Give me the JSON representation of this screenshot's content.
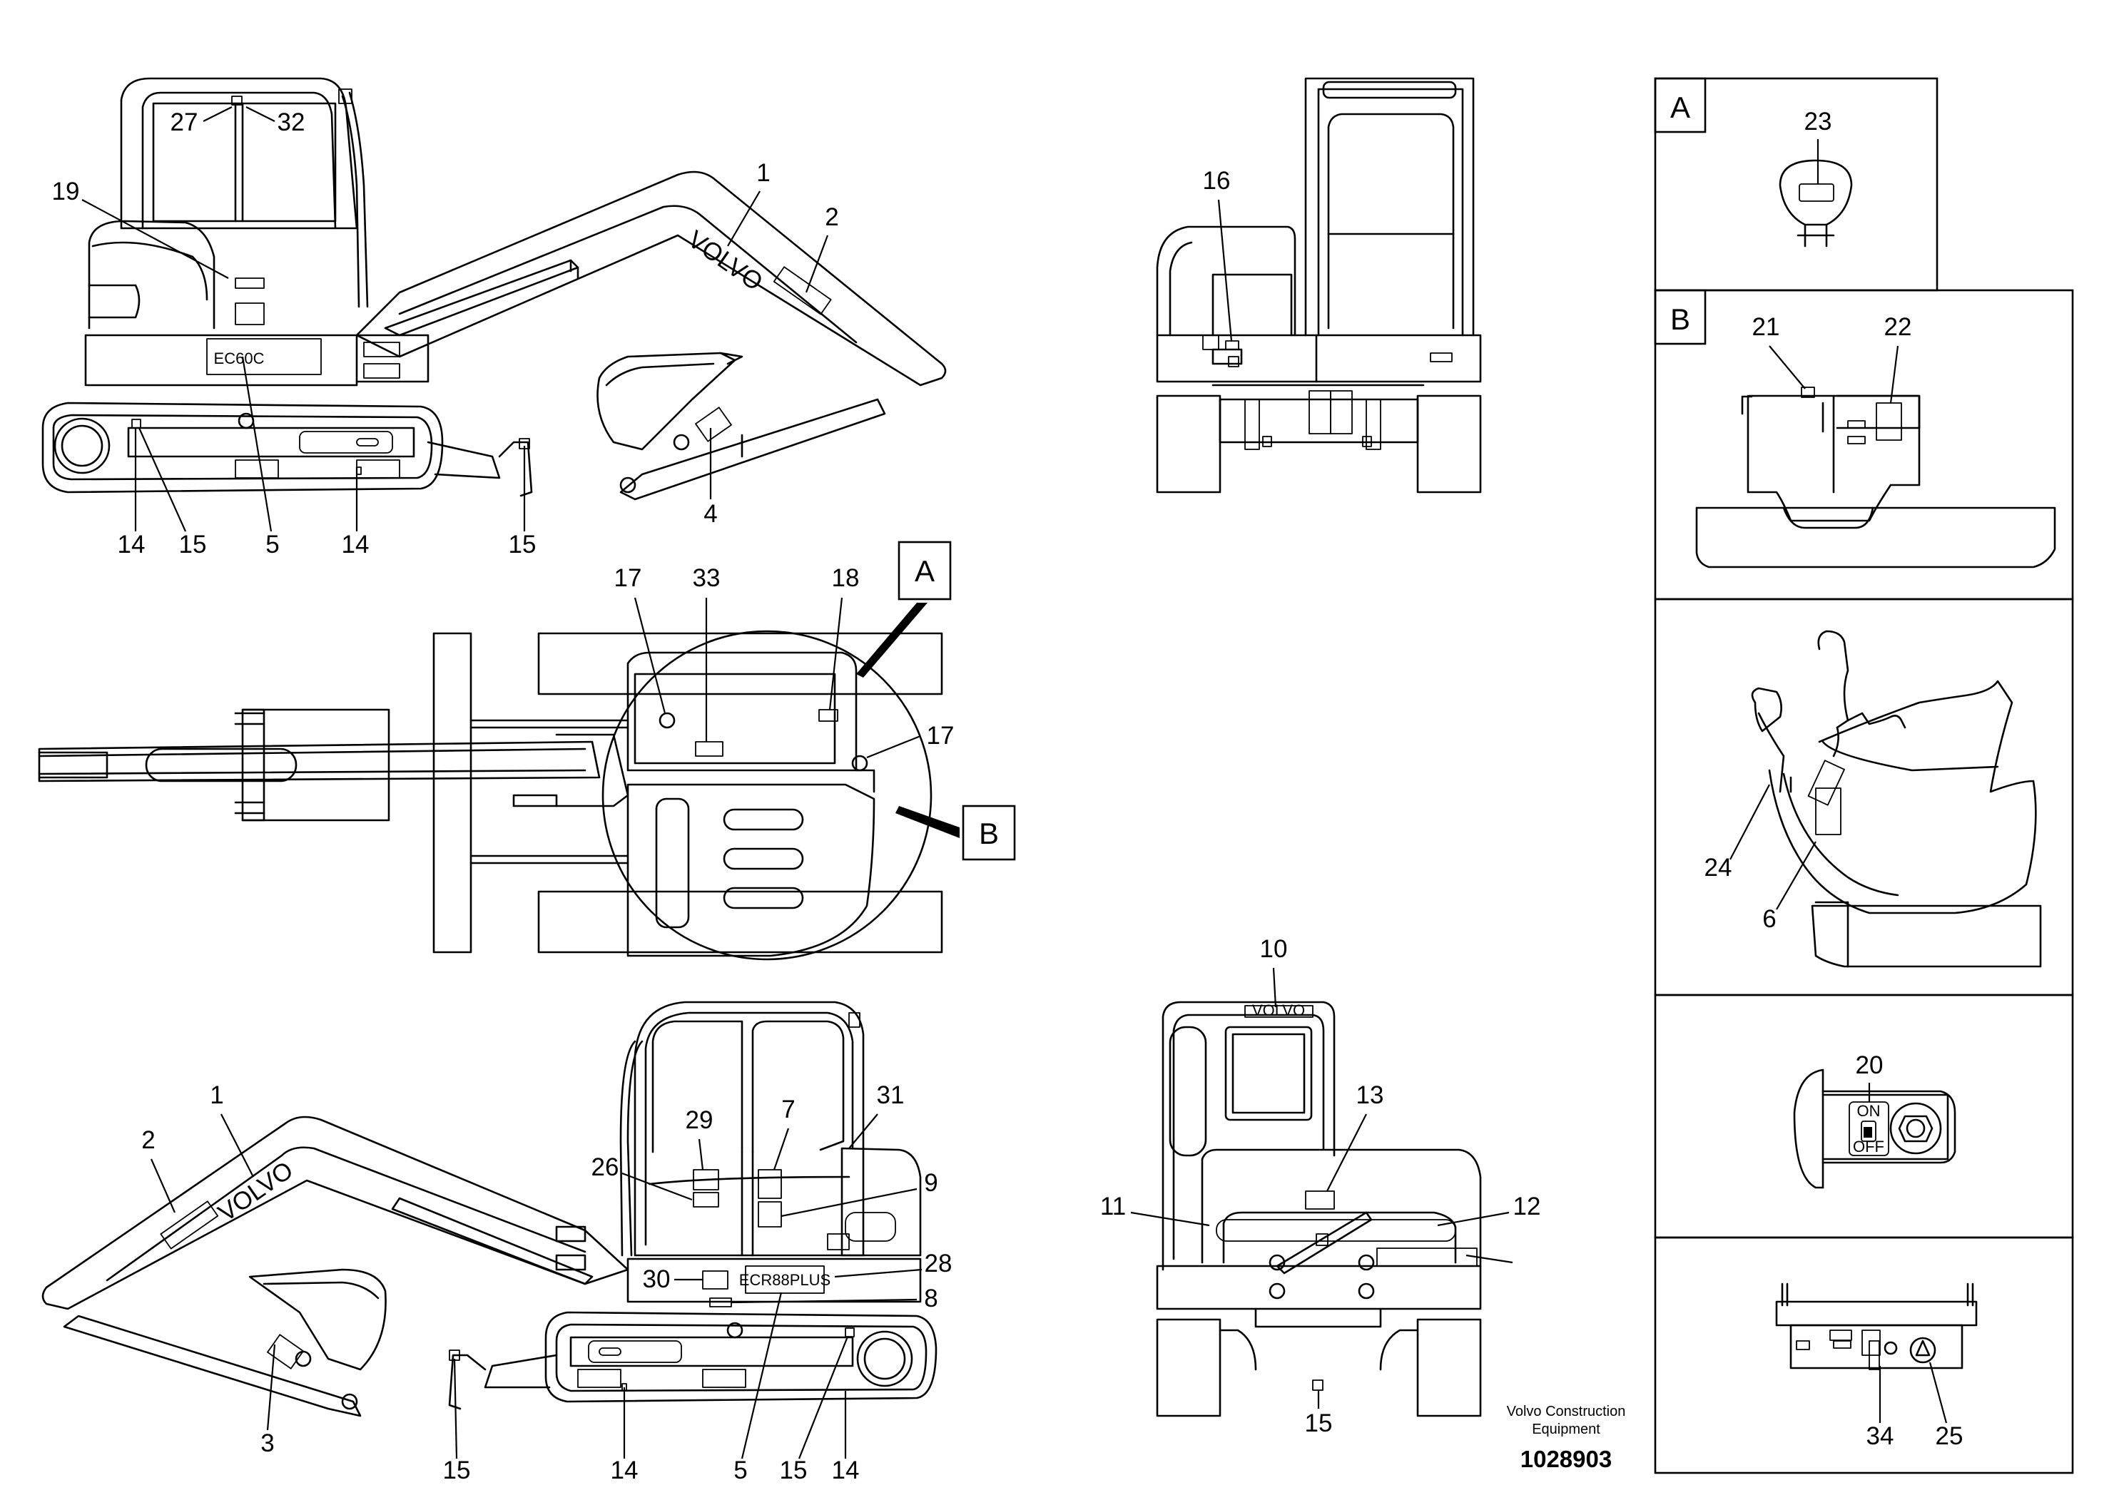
{
  "diagram": {
    "brand_text": "VOLVO",
    "model_text": "EC60C",
    "variant_text": "ECR88PLUS",
    "callouts": {
      "c1": "1",
      "c2": "2",
      "c3": "3",
      "c4": "4",
      "c5": "5",
      "c6": "6",
      "c7": "7",
      "c8": "8",
      "c9": "9",
      "c10": "10",
      "c11": "11",
      "c12": "12",
      "c13": "13",
      "c14": "14",
      "c15": "15",
      "c16": "16",
      "c17": "17",
      "c18": "18",
      "c19": "19",
      "c20": "20",
      "c21": "21",
      "c22": "22",
      "c23": "23",
      "c24": "24",
      "c25": "25",
      "c26": "26",
      "c27": "27",
      "c28": "28",
      "c29": "29",
      "c30": "30",
      "c31": "31",
      "c32": "32",
      "c33": "33",
      "c34": "34"
    },
    "panel_a": "A",
    "panel_b": "B",
    "switch_on": "ON",
    "switch_off": "OFF"
  },
  "footer": {
    "company_line1": "Volvo Construction",
    "company_line2": "Equipment",
    "document_number": "1028903"
  }
}
